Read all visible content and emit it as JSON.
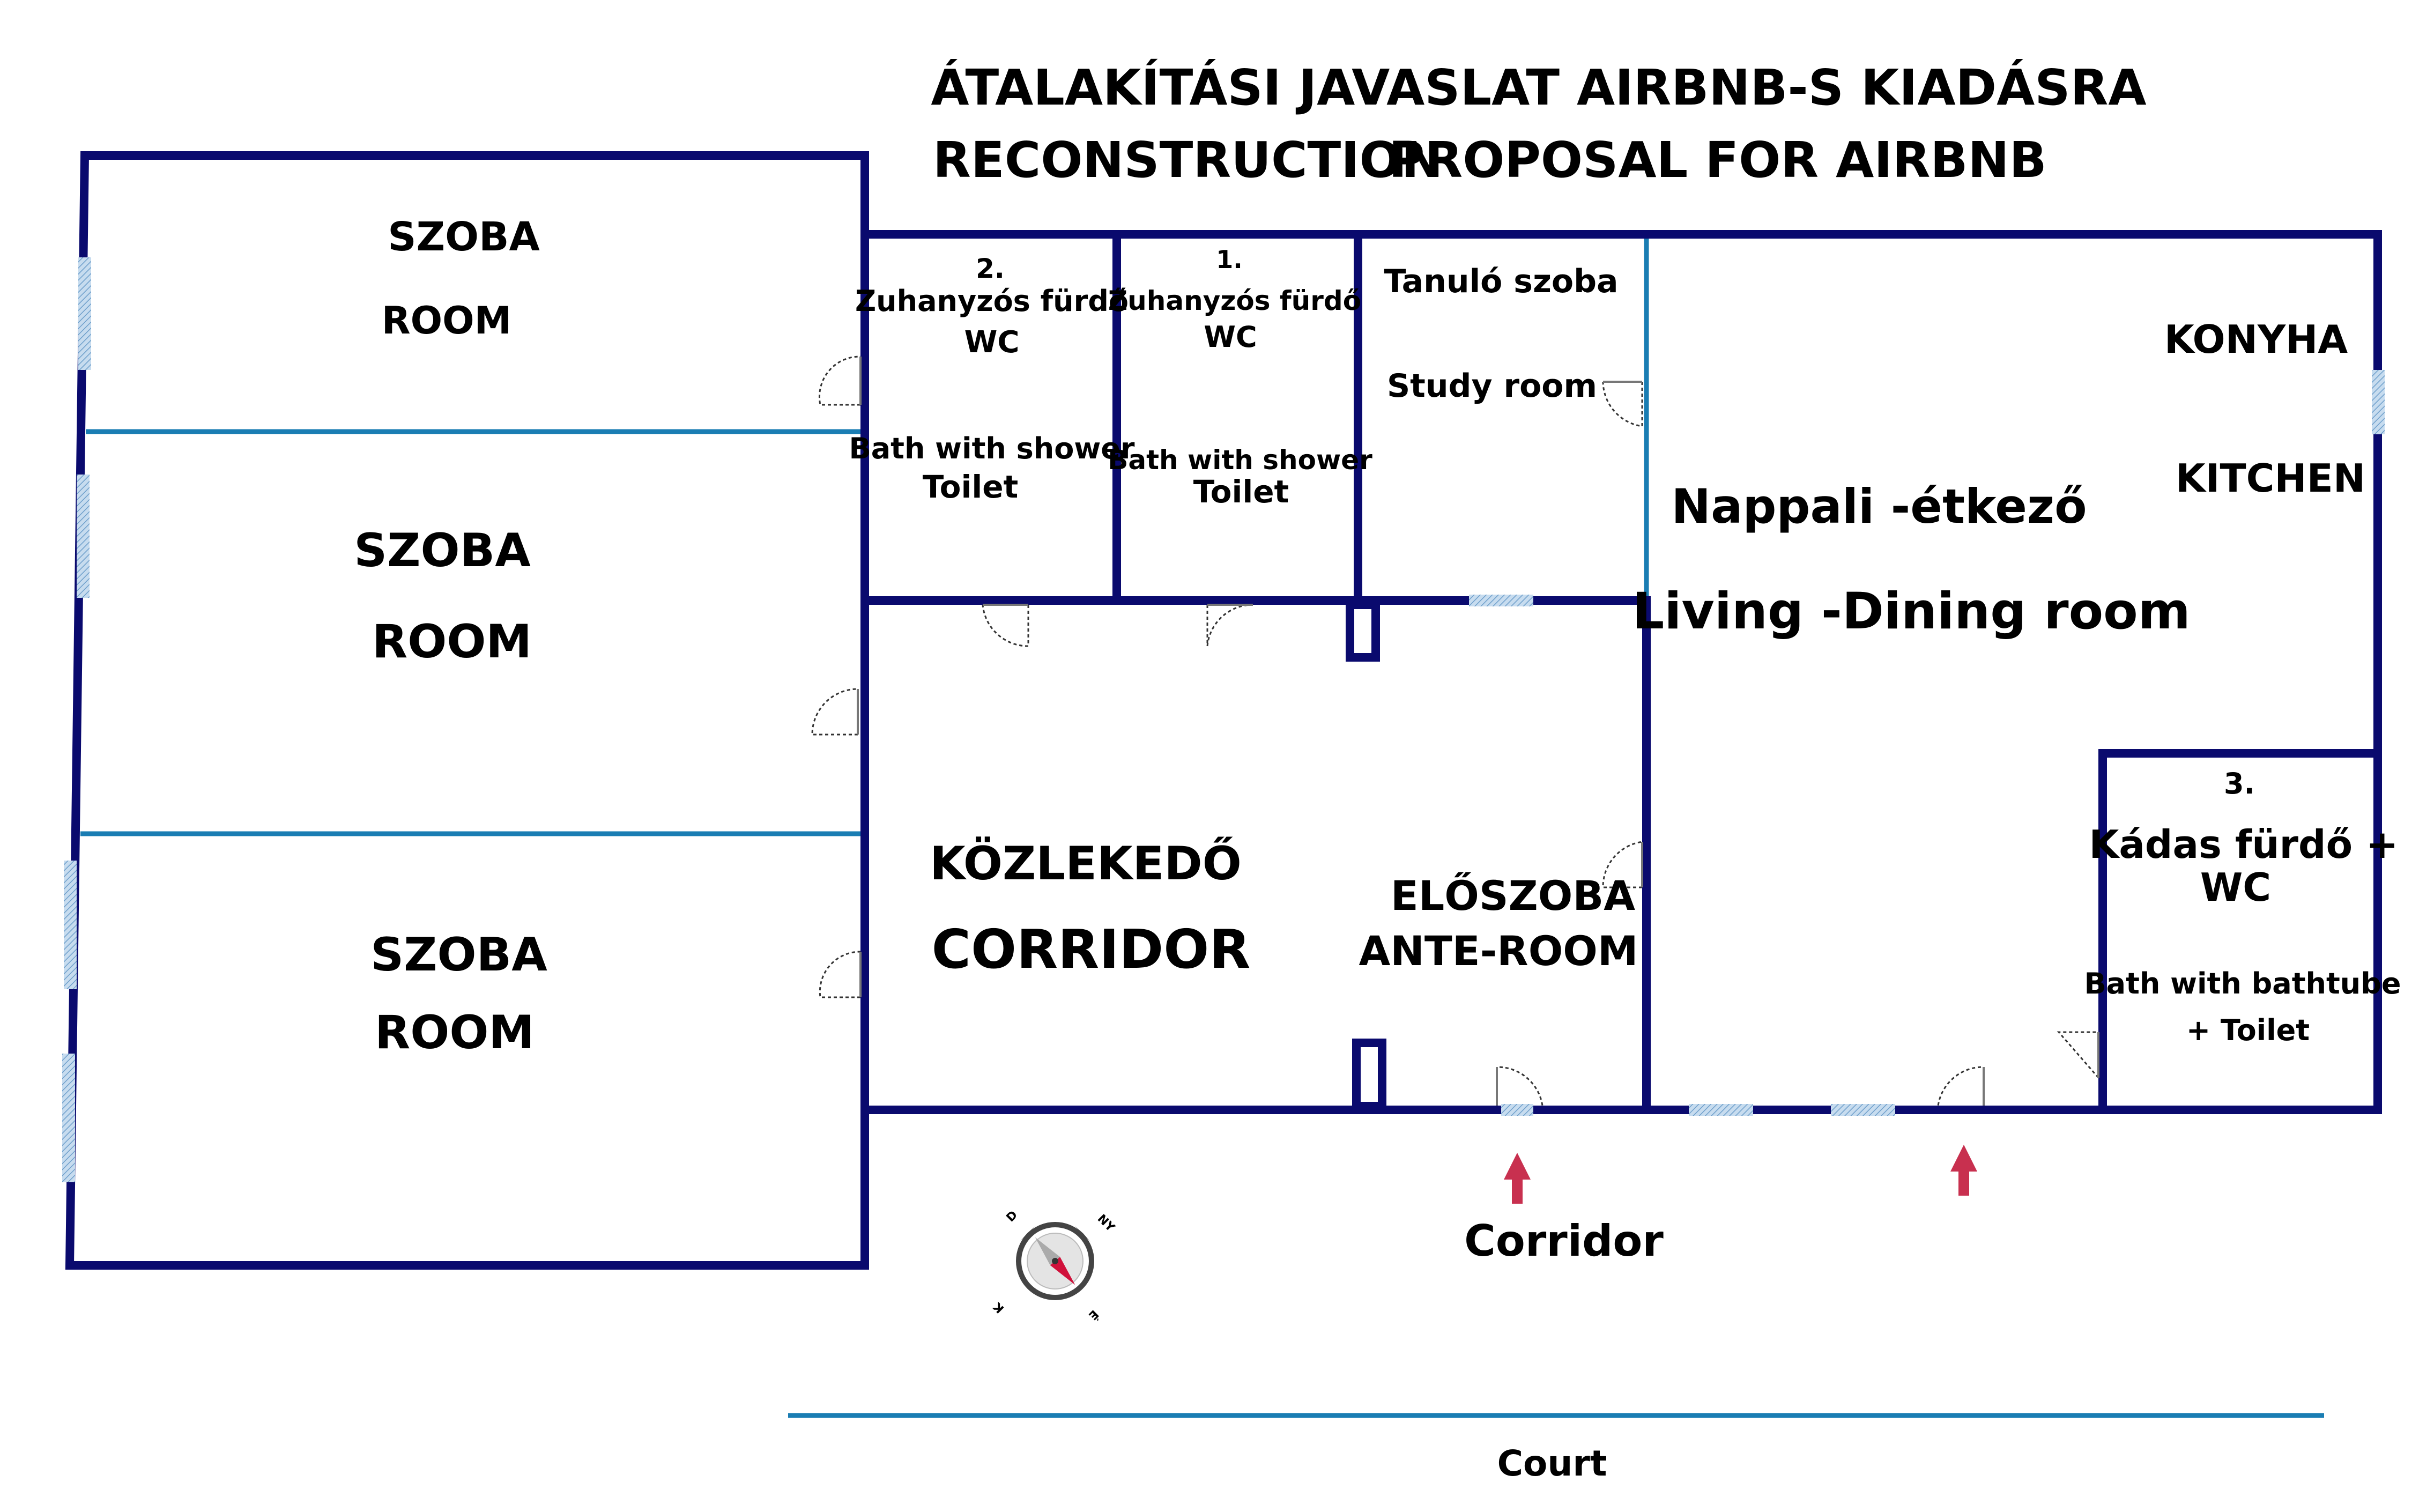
{
  "title": {
    "line1": "ÁTALAKÍTÁSI JAVASLAT AIRBNB-S KIADÁSRA",
    "line2a": "RECONSTRUCTION",
    "line2b": "PROPOSAL FOR AIRBNB"
  },
  "rooms": {
    "room_top": {
      "hu": "SZOBA",
      "en": "ROOM"
    },
    "room_mid": {
      "hu": "SZOBA",
      "en": "ROOM"
    },
    "room_bot": {
      "hu": "SZOBA",
      "en": "ROOM"
    },
    "bath2": {
      "number": "2.",
      "hu": "Zuhanyzós fürdő",
      "wc": "WC",
      "en1": "Bath with shower",
      "en2": "Toilet"
    },
    "bath1": {
      "number": "1.",
      "hu": "Zuhanyzós fürdő",
      "wc": "WC",
      "en1": "Bath with shower",
      "en2": "Toilet"
    },
    "study": {
      "hu": "Tanuló szoba",
      "en": "Study room"
    },
    "kitchen": {
      "hu": "KONYHA",
      "en": "KITCHEN"
    },
    "living": {
      "hu": "Nappali -étkező",
      "en": "Living -Dining room"
    },
    "corridor_in": {
      "hu": "KÖZLEKEDŐ",
      "en": "CORRIDOR"
    },
    "anteroom": {
      "hu": "ELŐSZOBA",
      "en": "ANTE-ROOM"
    },
    "bath3": {
      "number": "3.",
      "hu1": "Kádas fürdő +",
      "hu2": "WC",
      "en1": "Bath with bathtube",
      "en2": "+ Toilet"
    }
  },
  "outside": {
    "corridor": "Corridor",
    "court": "Court"
  },
  "compass": {
    "n": "É",
    "e": "K",
    "s": "D",
    "w": "NY"
  },
  "colors": {
    "wall": "#0a0a6e",
    "partition": "#1a7db3",
    "window": "#9fc4e2",
    "entrance_arrow": "#c8304f",
    "compass_needle": "#d0103a"
  }
}
